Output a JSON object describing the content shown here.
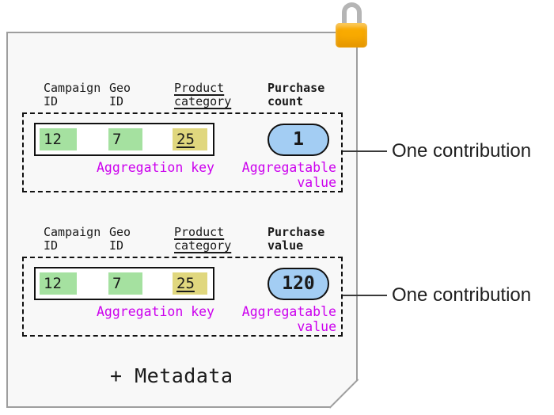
{
  "report": {
    "lock_icon": "padlock",
    "metadata_label": "+ Metadata"
  },
  "contributions": [
    {
      "headers": [
        {
          "text": "Campaign\nID"
        },
        {
          "text": "Geo\nID"
        },
        {
          "text": "Product\ncategory"
        },
        {
          "text": "Purchase\ncount"
        }
      ],
      "key_cells": [
        {
          "value": "12",
          "color": "#a5e1a0"
        },
        {
          "value": "7",
          "color": "#a5e1a0"
        },
        {
          "value": "25",
          "color": "#e0d77e"
        }
      ],
      "aggregation_key_label": "Aggregation key",
      "aggregatable_value": "1",
      "aggregatable_value_label": "Aggregatable\nvalue",
      "callout_label": "One contribution"
    },
    {
      "headers": [
        {
          "text": "Campaign\nID"
        },
        {
          "text": "Geo\nID"
        },
        {
          "text": "Product\ncategory"
        },
        {
          "text": "Purchase\nvalue"
        }
      ],
      "key_cells": [
        {
          "value": "12",
          "color": "#a5e1a0"
        },
        {
          "value": "7",
          "color": "#a5e1a0"
        },
        {
          "value": "25",
          "color": "#e0d77e"
        }
      ],
      "aggregation_key_label": "Aggregation key",
      "aggregatable_value": "120",
      "aggregatable_value_label": "Aggregatable\nvalue",
      "callout_label": "One contribution"
    }
  ],
  "colors": {
    "card_background": "#f8f8f8",
    "card_border": "#9e9e9e",
    "key_cell_green": "#a5e1a0",
    "key_cell_yellow": "#e0d77e",
    "value_pill_blue": "#a3cdf3",
    "annotation_magenta": "#cc00ee",
    "lock_body_orange": "#f9ab00",
    "lock_shackle_gray": "#b5b5b5"
  }
}
